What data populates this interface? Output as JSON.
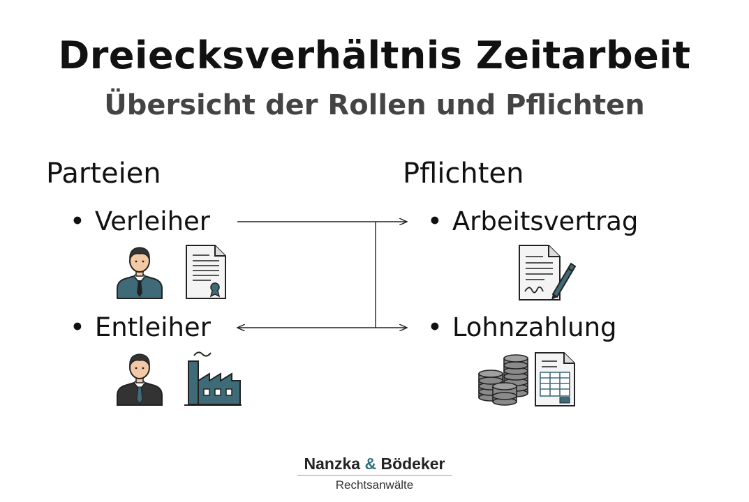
{
  "title": "Dreiecksverhältnis Zeitarbeit",
  "subtitle": "Übersicht der Rollen und Pflichten",
  "left_column": {
    "heading": "Parteien",
    "items": [
      {
        "label": "Verleiher",
        "icons": [
          "businessman-icon",
          "certificate-document-icon"
        ]
      },
      {
        "label": "Entleiher",
        "icons": [
          "businessman-icon",
          "factory-icon"
        ]
      }
    ]
  },
  "right_column": {
    "heading": "Pflichten",
    "items": [
      {
        "label": "Arbeitsvertrag",
        "icons": [
          "signed-contract-icon"
        ]
      },
      {
        "label": "Lohnzahlung",
        "icons": [
          "coin-stacks-icon",
          "payslip-icon"
        ]
      }
    ]
  },
  "bullet": "•",
  "footer": {
    "brand_left": "Nanzka",
    "brand_amp": "&",
    "brand_right": "Bödeker",
    "subtitle": "Rechtsanwälte"
  },
  "colors": {
    "text": "#111111",
    "subtitle": "#444444",
    "icon_teal": "#3f6b78",
    "icon_dark": "#333333",
    "coin": "#8a8a8a",
    "accent": "#2f6f78"
  }
}
